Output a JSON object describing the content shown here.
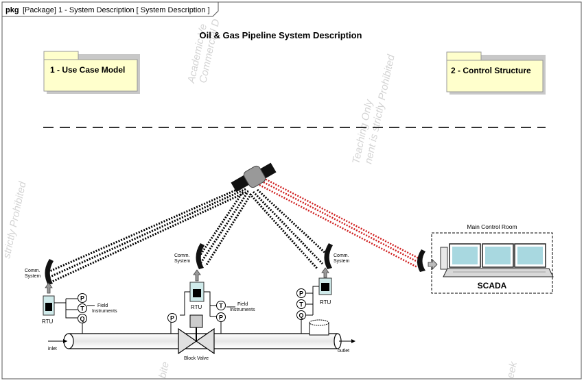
{
  "frame_header": {
    "keyword": "pkg",
    "label": "[Package] 1 - System Description [ System Description ]"
  },
  "diagram_title": "Oil & Gas Pipeline System Description",
  "packages": [
    {
      "label": "1 - Use Case Model"
    },
    {
      "label": "2 - Control Structure"
    }
  ],
  "watermarks": [
    {
      "text": "Academic Ve"
    },
    {
      "text": "Commercial D"
    },
    {
      "text": "Teaching Only"
    },
    {
      "text": "nent is strictly Prohibited"
    },
    {
      "text": "strictly Prohibited"
    },
    {
      "text": "bite"
    },
    {
      "text": "eek"
    }
  ],
  "pipeline": {
    "comm_label_1": "Comm.",
    "comm_label_2": "System",
    "rtu_label": "RTU",
    "field_label_1": "Field",
    "field_label_2": "Instruments",
    "gauge_p": "P",
    "gauge_t": "T",
    "gauge_q": "Q",
    "inlet": "inlet",
    "outlet": "outlet",
    "block_valve": "Block Valve",
    "control_room": "Main Control Room",
    "scada": "SCADA"
  },
  "colors": {
    "package_fill": "#ffffcc",
    "package_border": "#999999",
    "downlink_red": "#d02020",
    "rtu_fill": "#cfeaea",
    "monitor_screen": "#a8d8e0"
  }
}
